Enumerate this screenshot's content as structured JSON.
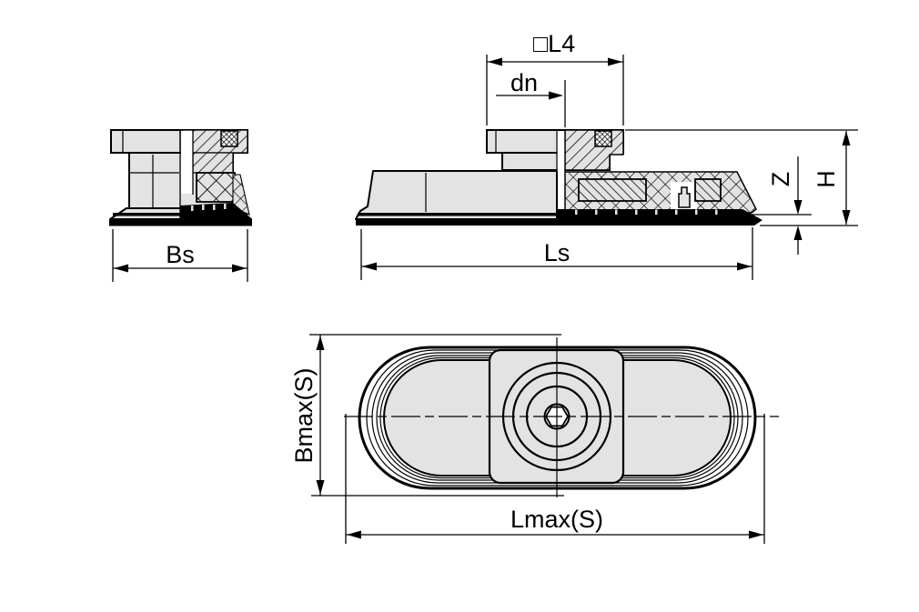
{
  "drawing": {
    "kind": "technical-dimension-drawing",
    "views": {
      "side_narrow": {
        "description_labels": {
          "width": "Bs"
        }
      },
      "side_long": {
        "description_labels": {
          "flange_square": "□L4",
          "nozzle_diameter": "dn",
          "length": "Ls",
          "stroke": "Z",
          "height": "H"
        }
      },
      "plan": {
        "description_labels": {
          "max_width": "Bmax(S)",
          "max_length": "Lmax(S)"
        }
      }
    },
    "colors": {
      "line": "#000000",
      "fill_light": "#e3e3e3",
      "background": "#ffffff"
    }
  }
}
